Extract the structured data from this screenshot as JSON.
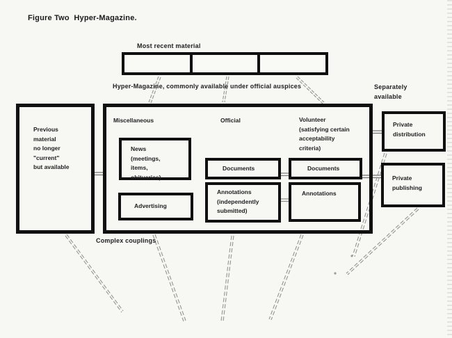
{
  "figure": {
    "title": "Figure Two  Hyper-Magazine."
  },
  "top_row": {
    "label": "Most recent material",
    "caption": "Hyper-Magazine, commonly available under official auspices",
    "cells": [
      "",
      "",
      ""
    ]
  },
  "side_note": "Separately\navailable",
  "left_box": {
    "text": "Previous\nmaterial\nno longer\n\"current\"\nbut available"
  },
  "main_box": {
    "columns": {
      "miscellaneous": {
        "header": "Miscellaneous",
        "news": "News\n(meetings,\nitems,\nobituaries)",
        "advertising": "Advertising"
      },
      "official": {
        "header": "Official",
        "documents": "Documents",
        "annotations": "Annotations\n(independently\nsubmitted)"
      },
      "volunteer": {
        "header": "Volunteer\n(satisfying certain\nacceptability\ncriteria)",
        "documents": "Documents",
        "annotations": "Annotations"
      }
    }
  },
  "right_boxes": {
    "private_distribution": "Private\ndistribution",
    "private_publishing": "Private\npublishing"
  },
  "coupling_label": "Complex couplings",
  "colors": {
    "ink": "#101010",
    "line": "#949494",
    "paper": "#f7f7f4"
  }
}
